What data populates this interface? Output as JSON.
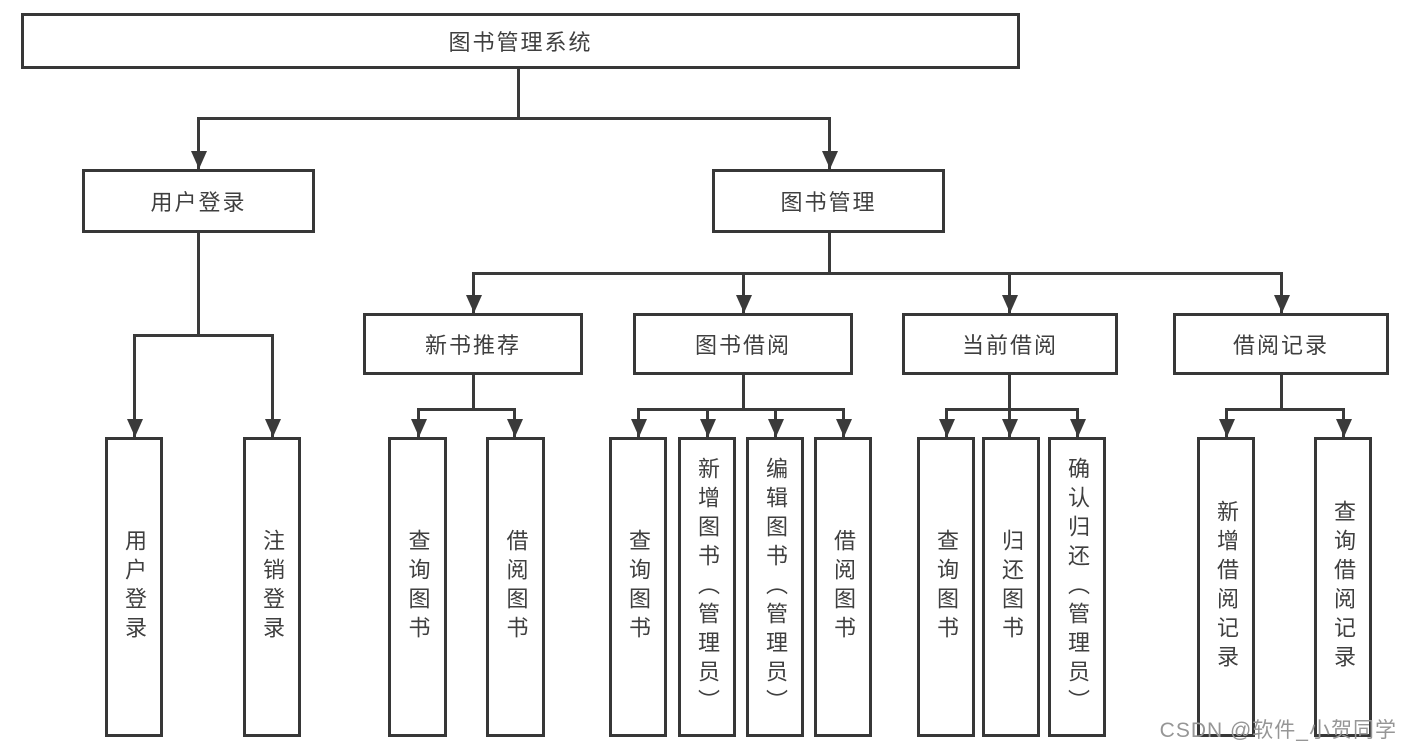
{
  "diagram": {
    "type": "hierarchy-tree",
    "root": {
      "label": "图书管理系统"
    },
    "branches": {
      "user_login": {
        "label": "用户登录",
        "leaves": [
          "用户登录",
          "注销登录"
        ]
      },
      "book_management": {
        "label": "图书管理",
        "sections": {
          "new_book_recommend": {
            "label": "新书推荐",
            "leaves": [
              "查询图书",
              "借阅图书"
            ]
          },
          "book_borrow": {
            "label": "图书借阅",
            "leaves": [
              "查询图书",
              "新增图书（管理员）",
              "编辑图书（管理员）",
              "借阅图书"
            ]
          },
          "current_borrow": {
            "label": "当前借阅",
            "leaves": [
              "查询图书",
              "归还图书",
              "确认归还（管理员）"
            ]
          },
          "borrow_record": {
            "label": "借阅记录",
            "leaves": [
              "新增借阅记录",
              "查询借阅记录"
            ]
          }
        }
      }
    },
    "watermark": "CSDN @软件_小贺同学",
    "colors": {
      "line": "#3a3a3a",
      "text": "#3f3f3f",
      "background": "#ffffff",
      "watermark": "#969696"
    }
  }
}
